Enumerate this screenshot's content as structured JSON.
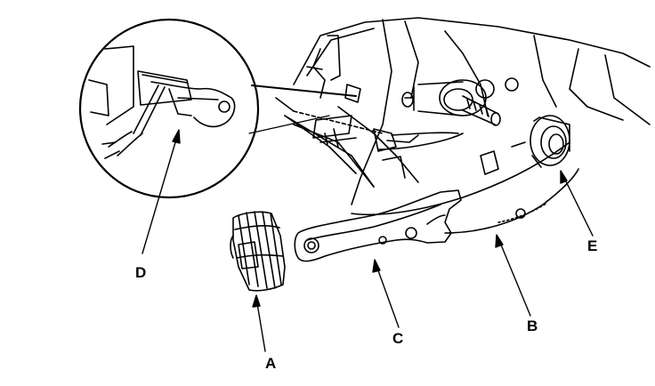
{
  "callouts": {
    "a": "A",
    "b": "B",
    "c": "C",
    "d": "D",
    "e": "E"
  },
  "colors": {
    "ink": "#000000",
    "paper": "#ffffff"
  }
}
